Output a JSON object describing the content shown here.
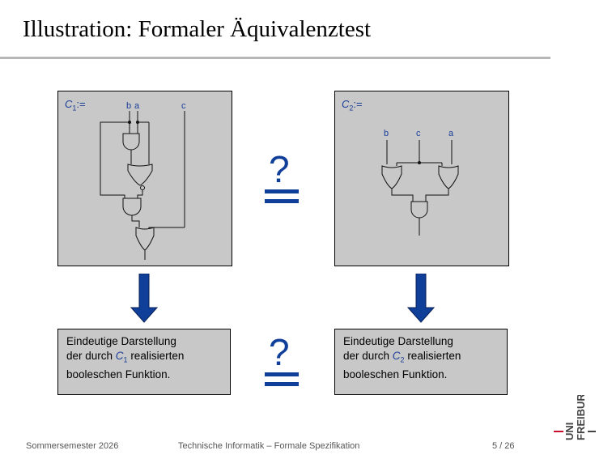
{
  "slide": {
    "title": "Illustration: Formaler Äquivalenztest"
  },
  "circuit1": {
    "label_var": "C",
    "label_sub": "1",
    "label_assign": ":=",
    "inputs": [
      "b",
      "a",
      "c"
    ]
  },
  "circuit2": {
    "label_var": "C",
    "label_sub": "2",
    "label_assign": ":=",
    "inputs": [
      "b",
      "c",
      "a"
    ]
  },
  "comparison": {
    "question_mark": "?"
  },
  "result1": {
    "line1": "Eindeutige Darstellung",
    "line2_pre": "der durch ",
    "circ_var": "C",
    "circ_sub": "1",
    "line2_post": " realisierten",
    "line3": "booleschen Funktion."
  },
  "result2": {
    "line1": "Eindeutige Darstellung",
    "line2_pre": "der durch ",
    "circ_var": "C",
    "circ_sub": "2",
    "line2_post": " realisierten",
    "line3": "booleschen Funktion."
  },
  "footer": {
    "left": "Sommersemester 2026",
    "center": "Technische Informatik – Formale Spezifikation",
    "page": "5 / 26"
  },
  "logo": {
    "line1": "UNI",
    "line2": "FREIBURG"
  },
  "colors": {
    "accent": "#0f3f99",
    "box_fill": "#c8c8c8",
    "rule": "#b7b7b7",
    "logo_red": "#c8102e"
  }
}
